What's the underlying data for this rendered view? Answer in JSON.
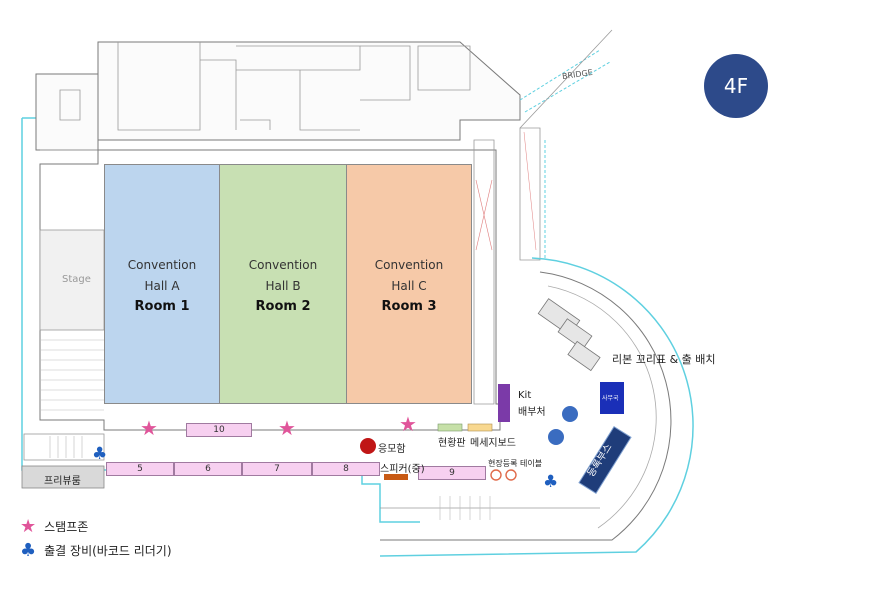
{
  "floor": "4F",
  "halls": [
    {
      "line1": "Convention",
      "line2": "Hall A",
      "room": "Room 1",
      "color": "#bcd5ee"
    },
    {
      "line1": "Convention",
      "line2": "Hall B",
      "room": "Room 2",
      "color": "#c8e0b3"
    },
    {
      "line1": "Convention",
      "line2": "Hall C",
      "room": "Room 3",
      "color": "#f6c9a8"
    }
  ],
  "stage": "Stage",
  "bridge": "BRIDGE",
  "free_view": "프리뷰룸",
  "booths": [
    "10",
    "5",
    "6",
    "7",
    "8",
    "9"
  ],
  "labels": {
    "kit_line1": "Kit",
    "kit_line2": "배부처",
    "status_board": "현황판",
    "message_board": "메세지보드",
    "ballot_box": "응모함",
    "speaker": "스피커(중)",
    "onsite_table": "현장등록 테이블",
    "ribbon": "리본 꼬리표 & 출 배치",
    "office": "사무국",
    "registration": "등록부스"
  },
  "legend": {
    "stamp": "스탬프존",
    "scanner": "출결 장비(바코드 리더기)"
  },
  "colors": {
    "badge": "#2d4a8a",
    "star": "#e0559a",
    "club": "#1f5fbf",
    "booth": "#f7d0f0",
    "kit": "#7b3aa8",
    "office": "#1a2fb8",
    "registration": "#1f3d7a",
    "ballot": "#c01616",
    "speaker": "#c85a14",
    "outline": "#5fd0e0"
  }
}
